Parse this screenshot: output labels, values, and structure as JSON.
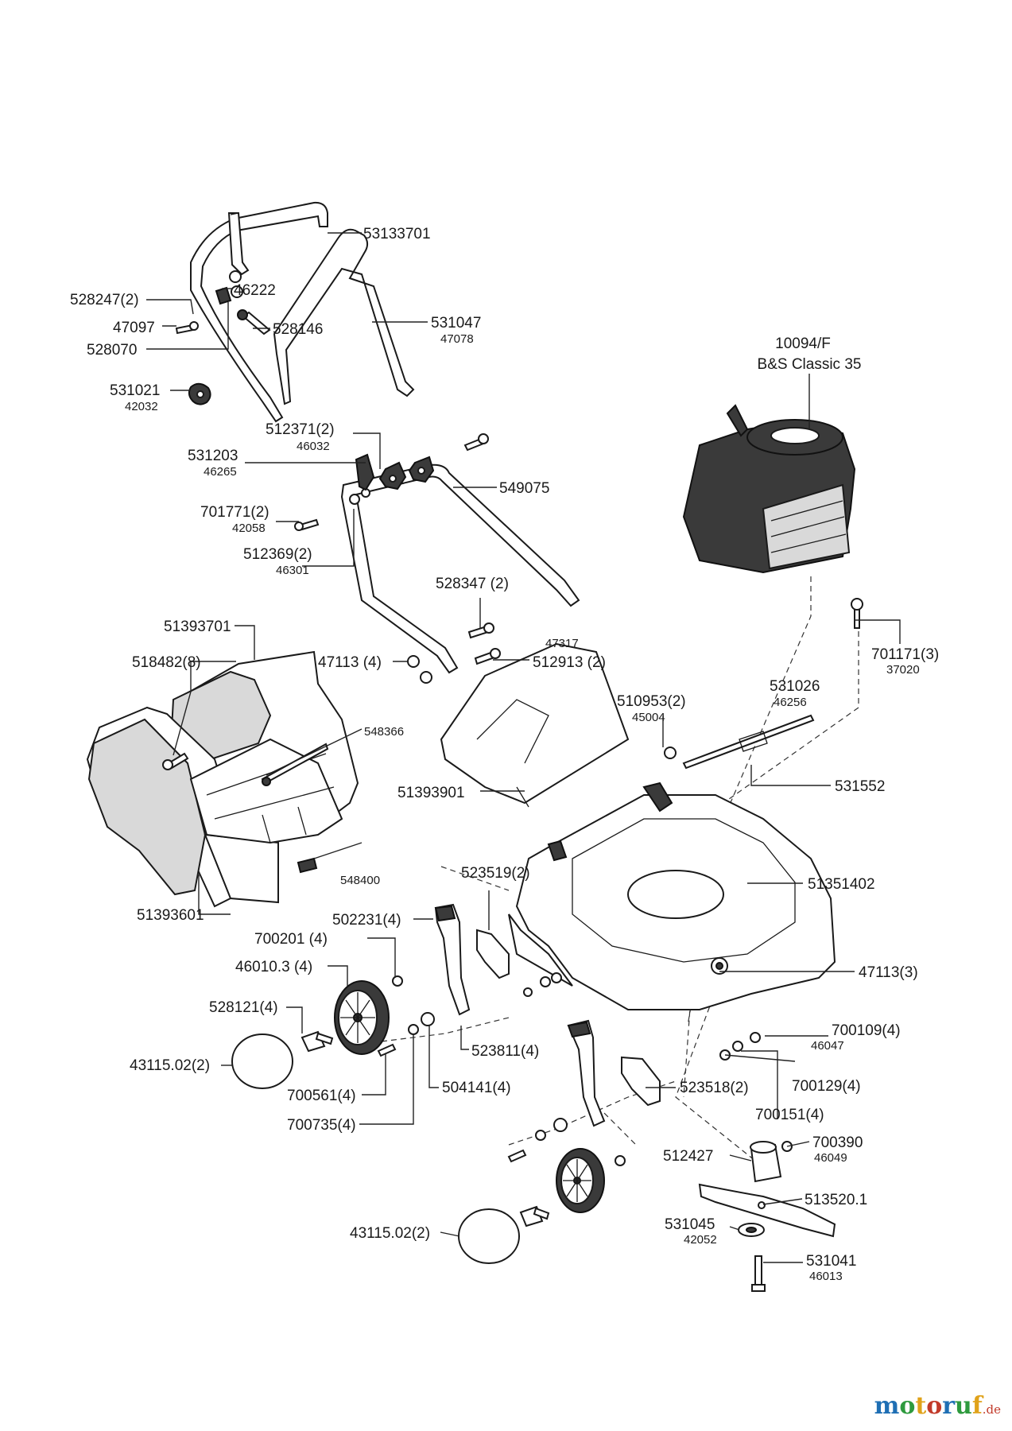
{
  "engine": {
    "code": "10094/F",
    "name": "B&S Classic 35"
  },
  "labels": {
    "l53133701": "53133701",
    "l528247": "528247(2)",
    "l46222": "46222",
    "l47097": "47097",
    "l528146": "528146",
    "l528070": "528070",
    "l531047": "531047",
    "s47078": "47078",
    "l531021": "531021",
    "s42032": "42032",
    "l512371": "512371(2)",
    "s46032": "46032",
    "l531203": "531203",
    "s46265": "46265",
    "l549075": "549075",
    "l701771": "701771(2)",
    "s42058": "42058",
    "l512369": "512369(2)",
    "s46301": "46301",
    "l528347": "528347 (2)",
    "l51393701": "51393701",
    "l518482": "518482(8)",
    "s47317": "47317",
    "l47113a": "47113 (4)",
    "l512913": "512913 (2)",
    "l701171": "701171(3)",
    "s37020": "37020",
    "l531026": "531026",
    "s46256": "46256",
    "l510953": "510953(2)",
    "s45004": "45004",
    "l548366": "548366",
    "l531552": "531552",
    "l51393901": "51393901",
    "l548400": "548400",
    "l523519": "523519(2)",
    "l51351402": "51351402",
    "l51393601": "51393601",
    "l502231": "502231(4)",
    "l700201": "700201 (4)",
    "l46010": "46010.3 (4)",
    "l47113b": "47113(3)",
    "l528121": "528121(4)",
    "l700109": "700109(4)",
    "s46047": "46047",
    "l523811": "523811(4)",
    "l43115a": "43115.02(2)",
    "l700129": "700129(4)",
    "l504141": "504141(4)",
    "l523518": "523518(2)",
    "l700561": "700561(4)",
    "l700151": "700151(4)",
    "l700735": "700735(4)",
    "l700390": "700390",
    "s46049": "46049",
    "l512427": "512427",
    "l513520": "513520.1",
    "l531045": "531045",
    "s42052": "42052",
    "l43115b": "43115.02(2)",
    "l531041": "531041",
    "s46013": "46013"
  },
  "logo": {
    "main": "motoruf",
    "tld": ".de"
  },
  "colors": {
    "line": "#1a1a1a",
    "logo_m": "#1f6fb4",
    "logo_o1": "#2e9a3e",
    "logo_t": "#e0a21a",
    "logo_o2": "#c23a2a"
  }
}
